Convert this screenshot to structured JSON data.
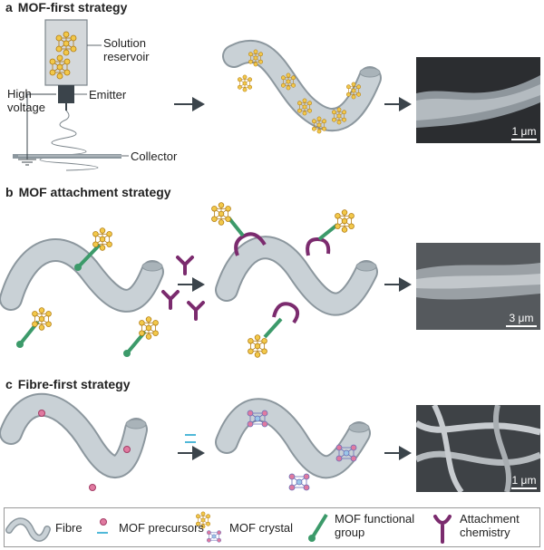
{
  "panels": {
    "a": {
      "letter": "a",
      "title": "MOF-first strategy",
      "labels": {
        "reservoir": "Solution\nreservoir",
        "high_voltage": "High\nvoltage",
        "emitter": "Emitter",
        "collector": "Collector"
      },
      "scale": "1 μm"
    },
    "b": {
      "letter": "b",
      "title": "MOF attachment strategy",
      "scale": "3 μm"
    },
    "c": {
      "letter": "c",
      "title": "Fibre-first strategy",
      "scale": "1 μm"
    }
  },
  "legend": {
    "fibre": "Fibre",
    "precursors": "MOF precursors",
    "crystal": "MOF crystal",
    "functional": "MOF functional\ngroup",
    "attachment": "Attachment\nchemistry"
  },
  "colors": {
    "fibre": "#b9c3c9",
    "fibre_edge": "#8c979e",
    "crystal": "#e8b838",
    "precursor": "#d9547f",
    "precursor_bar": "#4fb8d8",
    "functional": "#3c9a6a",
    "attachment": "#7b2b6e",
    "arrow": "#3b444b"
  }
}
